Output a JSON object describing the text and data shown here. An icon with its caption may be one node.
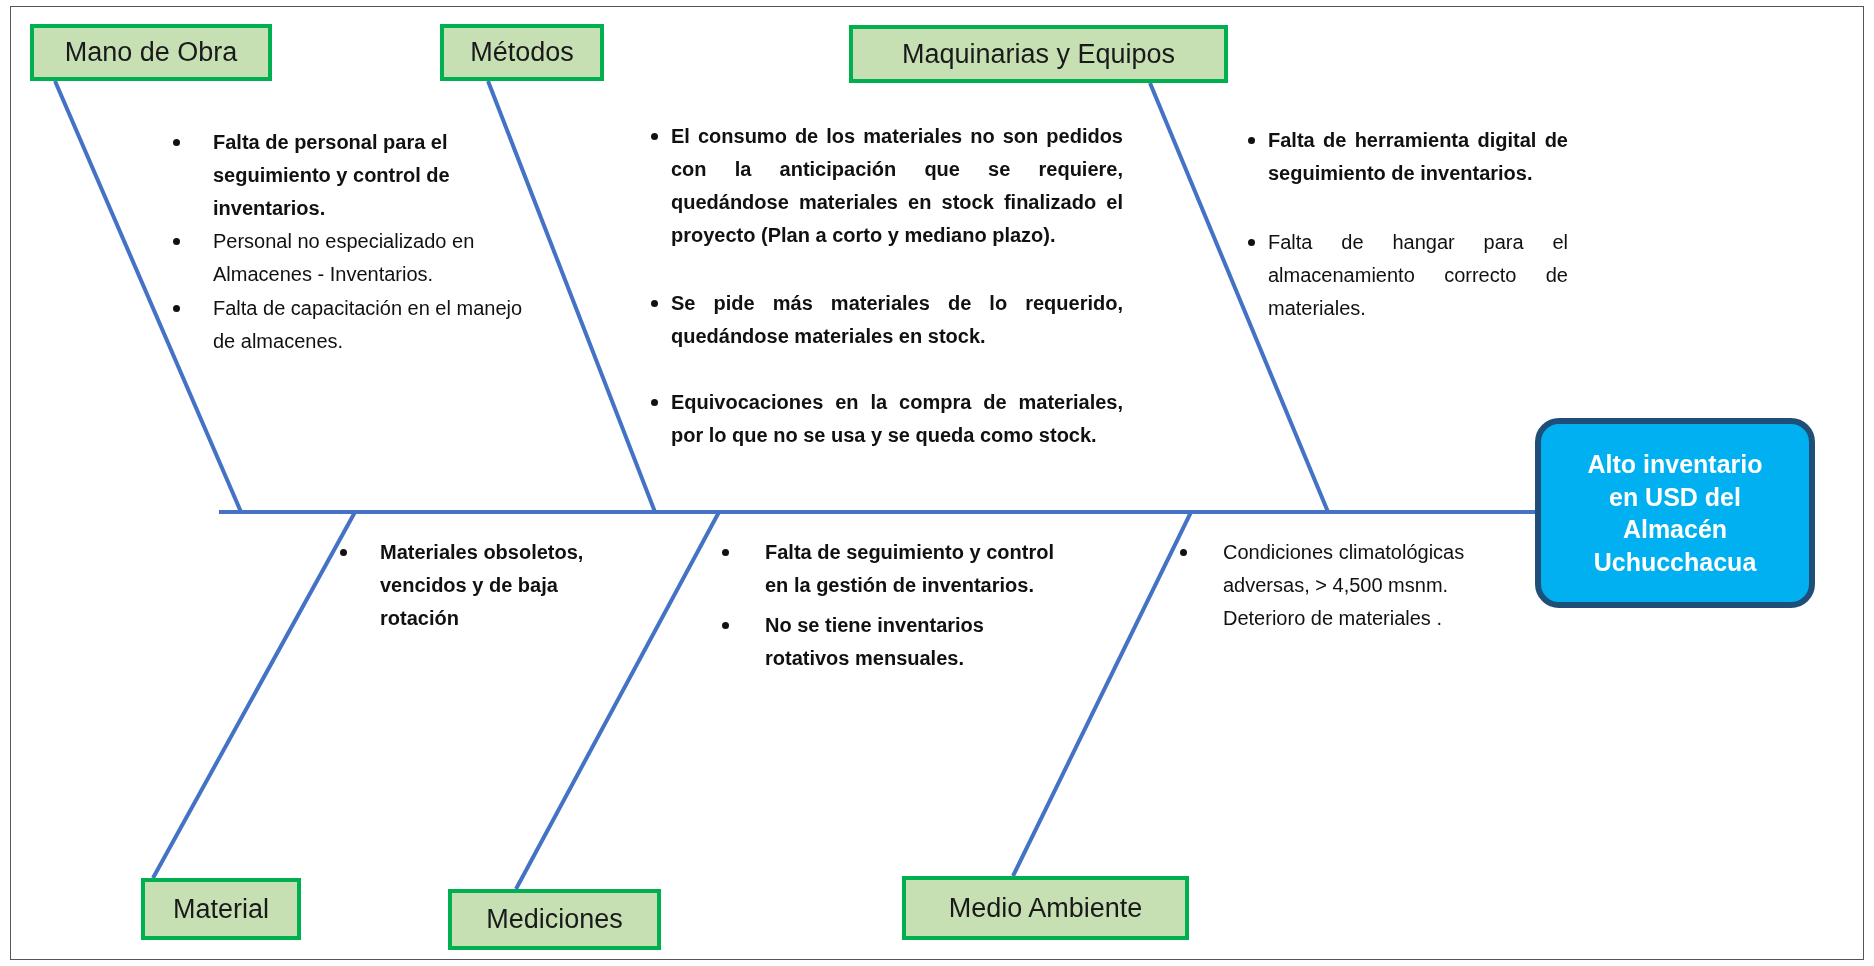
{
  "diagram": {
    "nodes": [
      {
        "text": [
          "Mano de Obra"
        ]
      },
      {
        "text": [
          "Métodos"
        ]
      },
      {
        "text": [
          "Maquinarias y Equipos"
        ]
      },
      {
        "text": [
          "Material"
        ]
      },
      {
        "text": [
          "Mediciones"
        ]
      },
      {
        "text": [
          "Medio Ambiente"
        ]
      },
      {
        "text": [
          "Alto inventario en USD del Almacén Uchucchacua"
        ]
      }
    ],
    "edges": [
      {
        "from": 0,
        "to": 6,
        "arrow": "none"
      },
      {
        "from": 1,
        "to": 6,
        "arrow": "none"
      },
      {
        "from": 2,
        "to": 6,
        "arrow": "none"
      },
      {
        "from": 3,
        "to": 6,
        "arrow": "none"
      },
      {
        "from": 4,
        "to": 6,
        "arrow": "none"
      },
      {
        "from": 5,
        "to": 6,
        "arrow": "none"
      }
    ],
    "labels": [
      "Falta de personal para el seguimiento y control de inventarios.",
      "Personal no especializado en Almacenes - Inventarios.",
      "Falta de capacitación en el manejo de almacenes.",
      "El consumo de los materiales no son pedidos con la anticipación que se requiere, quedándose materiales en stock finalizado el proyecto (Plan a corto y mediano plazo).",
      "Se pide más materiales de lo requerido, quedándose materiales en stock.",
      "Equivocaciones en la compra de materiales, por lo que no se usa y se queda como stock.",
      "Falta de herramienta digital de seguimiento de inventarios.",
      "Falta de hangar para el almacenamiento correcto de materiales.",
      "Materiales obsoletos, vencidos y de baja rotación",
      "Falta de seguimiento y control en la gestión de inventarios.",
      "No se tiene inventarios rotativos mensuales.",
      "Condiciones climatológicas adversas, > 4,500 msnm. Deterioro de materiales ."
    ]
  }
}
